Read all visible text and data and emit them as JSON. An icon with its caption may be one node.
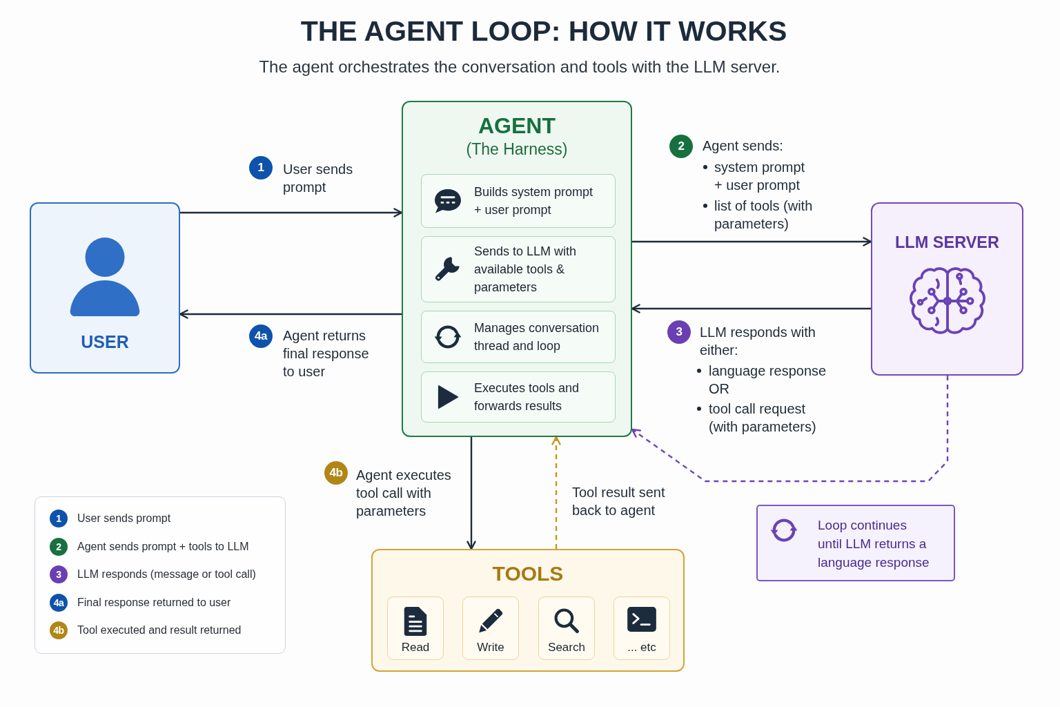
{
  "diagram": {
    "title": "THE AGENT LOOP: HOW IT WORKS",
    "caption": "The agent orchestrates the conversation and tools with the LLM server.",
    "nodes": [
      {
        "text": [
          "USER"
        ]
      },
      {
        "text": [
          "AGENT",
          "(The Harness)"
        ]
      },
      {
        "text": [
          "Builds system prompt + user prompt"
        ],
        "in": 1
      },
      {
        "text": [
          "Sends to LLM with available tools & parameters"
        ],
        "in": 1
      },
      {
        "text": [
          "Manages conversation thread and loop"
        ],
        "in": 1
      },
      {
        "text": [
          "Executes tools and forwards results"
        ],
        "in": 1
      },
      {
        "text": [
          "LLM SERVER"
        ]
      },
      {
        "text": [
          "TOOLS"
        ]
      },
      {
        "text": [
          "Read"
        ],
        "in": 7
      },
      {
        "text": [
          "Write"
        ],
        "in": 7
      },
      {
        "text": [
          "Search"
        ],
        "in": 7
      },
      {
        "text": [
          "... etc"
        ],
        "in": 7
      },
      {
        "text": [
          "Loop continues until LLM returns a language response"
        ]
      }
    ],
    "edges": [
      {
        "from": 0,
        "to": 1,
        "arrow": "to"
      },
      {
        "from": 1,
        "to": 0,
        "arrow": "to"
      },
      {
        "from": 1,
        "to": 6,
        "arrow": "to"
      },
      {
        "from": 6,
        "to": 1,
        "arrow": "to"
      },
      {
        "from": 1,
        "to": 7,
        "arrow": "to"
      },
      {
        "from": 7,
        "to": 1,
        "arrow": "to",
        "style": "dashed",
        "color": "#c8951e"
      },
      {
        "from": 6,
        "to": 1,
        "arrow": "to",
        "style": "dashed",
        "color": "#6c45b8"
      }
    ],
    "labels": [
      "1",
      "User sends prompt",
      "2",
      "Agent sends:",
      "system prompt + user prompt",
      "list of tools (with parameters)",
      "3",
      "LLM responds with either:",
      "language response OR",
      "tool call request (with parameters)",
      "4a",
      "Agent returns final response to user",
      "4b",
      "Agent executes tool call with parameters",
      "Tool result sent back to agent",
      "1",
      "2",
      "3",
      "4a",
      "4b"
    ],
    "legend": [
      {
        "text": "User sends prompt",
        "color": "#0f52ab"
      },
      {
        "text": "Agent sends prompt + tools to LLM",
        "color": "#17703f"
      },
      {
        "text": "LLM responds (message or tool call)",
        "color": "#6a3fb2"
      },
      {
        "text": "Final response returned to user",
        "color": "#0f52ab"
      },
      {
        "text": "Tool executed and result returned",
        "color": "#b08617"
      }
    ]
  }
}
